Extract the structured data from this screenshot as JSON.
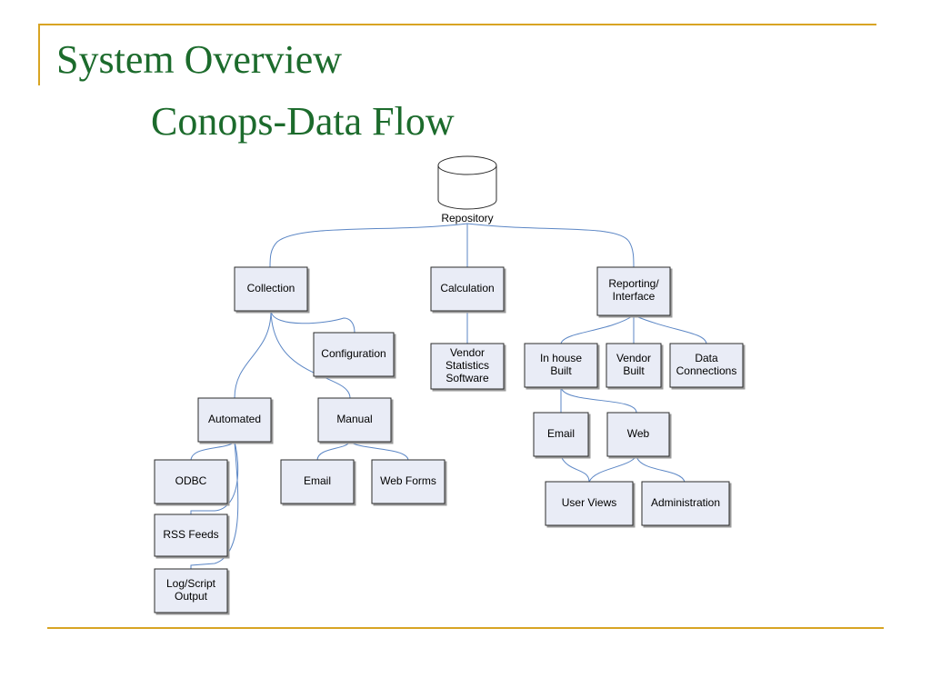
{
  "slide": {
    "title_line1": "System Overview",
    "title_line2": "Conops-Data Flow",
    "accent_color": "#d8a423",
    "title_color": "#1c6b2c"
  },
  "diagram": {
    "repository_label": "Repository",
    "nodes": {
      "collection": "Collection",
      "calculation": "Calculation",
      "reporting": "Reporting/\nInterface",
      "configuration": "Configuration",
      "automated": "Automated",
      "manual": "Manual",
      "vendor_stats": "Vendor\nStatistics\nSoftware",
      "inhouse": "In house\nBuilt",
      "vendor_built": "Vendor\nBuilt",
      "data_connections": "Data\nConnections",
      "email_manual": "Email",
      "web_forms": "Web Forms",
      "odbc": "ODBC",
      "rss": "RSS Feeds",
      "log": "Log/Script\nOutput",
      "email_report": "Email",
      "web": "Web",
      "user_views": "User Views",
      "administration": "Administration"
    }
  }
}
